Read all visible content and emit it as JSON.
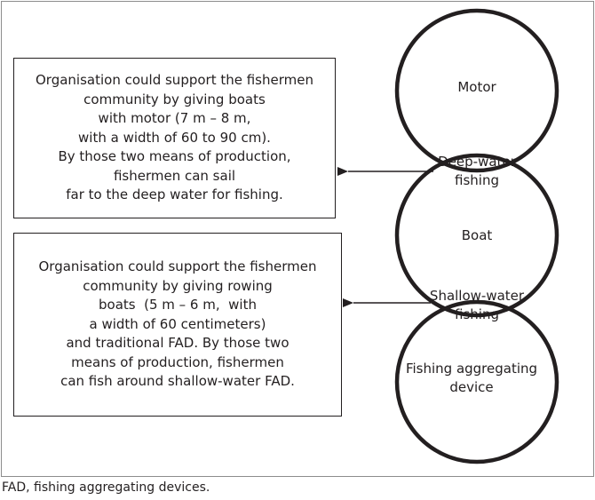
{
  "boxes": {
    "top": {
      "lines": [
        "Organisation could support the fishermen",
        "community by giving boats",
        "with motor (7 m – 8 m,",
        "with a width of 60 to 90 cm).",
        "By those two means of production,",
        "fishermen can sail",
        "far to the deep water for fishing."
      ]
    },
    "bottom": {
      "lines": [
        "Organisation could support the fishermen",
        "community by giving rowing",
        "boats  (5 m – 6 m,  with",
        "a width of 60 centimeters)",
        "and traditional FAD. By those two",
        "means of production, fishermen",
        "can fish around shallow-water FAD."
      ]
    }
  },
  "circles": {
    "motor": "Motor",
    "boat": "Boat",
    "fad": {
      "line1": "Fishing aggregating",
      "line2": "device"
    }
  },
  "overlaps": {
    "deep": {
      "line1": "Deep-water",
      "line2": "fishing"
    },
    "shallow": {
      "line1": "Shallow-water",
      "line2": "fishing"
    }
  },
  "caption": "FAD, fishing aggregating devices."
}
